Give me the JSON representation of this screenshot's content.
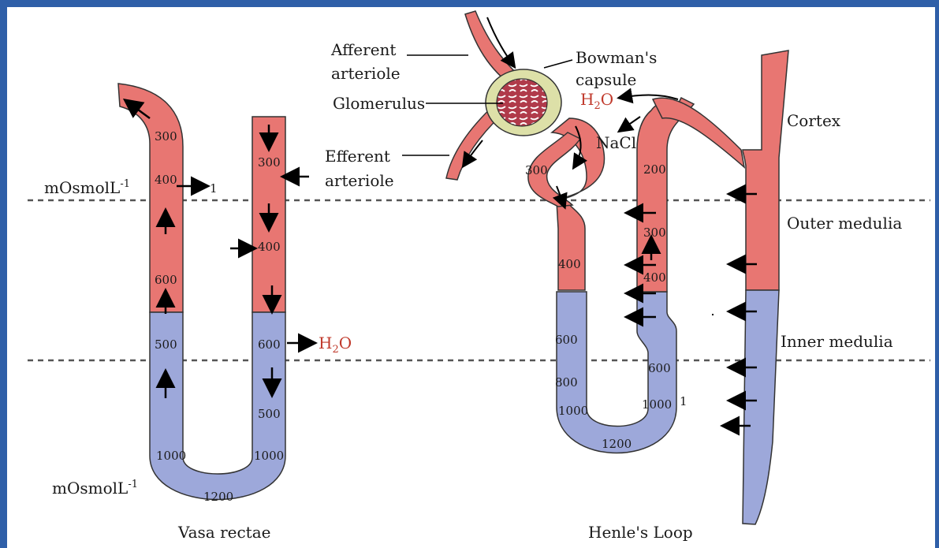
{
  "labels": {
    "afferent_line1": "Afferent",
    "afferent_line2": "arteriole",
    "bowman_line1": "Bowman's",
    "bowman_line2": "capsule",
    "glomerulus": "Glomerulus",
    "efferent_line1": "Efferent",
    "efferent_line2": "arteriole",
    "cortex": "Cortex",
    "outer_medulla": "Outer medulia",
    "inner_medulla": "Inner medulia",
    "unit_top": "mOsmolL",
    "unit_bottom": "mOsmolL",
    "unit_exp": "-1",
    "h2o_main": "H",
    "h2o_sub": "2",
    "h2o_o": "O",
    "nacl": "NaCl",
    "vasa_rectae": "Vasa rectae",
    "henle_loop": "Henle's Loop",
    "stray_mark": "1"
  },
  "vasa_rectae_values": {
    "ascending": [
      "300",
      "400",
      "600",
      "500",
      "1000"
    ],
    "descending": [
      "300",
      "400",
      "600",
      "500",
      "1000"
    ],
    "bottom": "1200"
  },
  "henle_values": {
    "descending": [
      "300",
      "400",
      "600",
      "800",
      "1000"
    ],
    "ascending": [
      "200",
      "300",
      "400",
      "600",
      "1000"
    ],
    "bottom": "1200"
  },
  "colors": {
    "cortex_tubule": "#e87672",
    "medulla_tubule": "#9da8da",
    "capsule": "#dde0a8",
    "frame": "#2f5fa8",
    "h2o": "#c0392b"
  }
}
